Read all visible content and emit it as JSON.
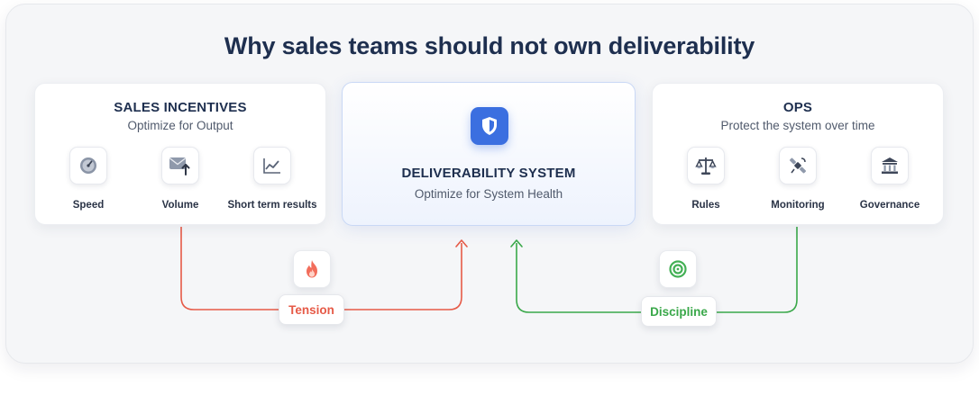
{
  "title": "Why sales teams should not own deliverability",
  "left_card": {
    "title": "SALES INCENTIVES",
    "subtitle": "Optimize for Output",
    "items": [
      {
        "label": "Speed",
        "icon": "speedometer-icon"
      },
      {
        "label": "Volume",
        "icon": "mail-upload-icon"
      },
      {
        "label": "Short term results",
        "icon": "line-chart-icon"
      }
    ]
  },
  "center_card": {
    "title": "DELIVERABILITY SYSTEM",
    "subtitle": "Optimize for System Health",
    "icon": "shield-icon"
  },
  "right_card": {
    "title": "OPS",
    "subtitle": "Protect the system over time",
    "items": [
      {
        "label": "Rules",
        "icon": "scales-icon"
      },
      {
        "label": "Monitoring",
        "icon": "satellite-icon"
      },
      {
        "label": "Governance",
        "icon": "institution-icon"
      }
    ]
  },
  "flows": {
    "tension": {
      "label": "Tension",
      "color": "#e65a47",
      "icon": "flame-icon"
    },
    "discipline": {
      "label": "Discipline",
      "color": "#3aa84a",
      "icon": "target-icon"
    }
  },
  "colors": {
    "title": "#1e2f4f",
    "accent_blue": "#3b6fe0"
  }
}
